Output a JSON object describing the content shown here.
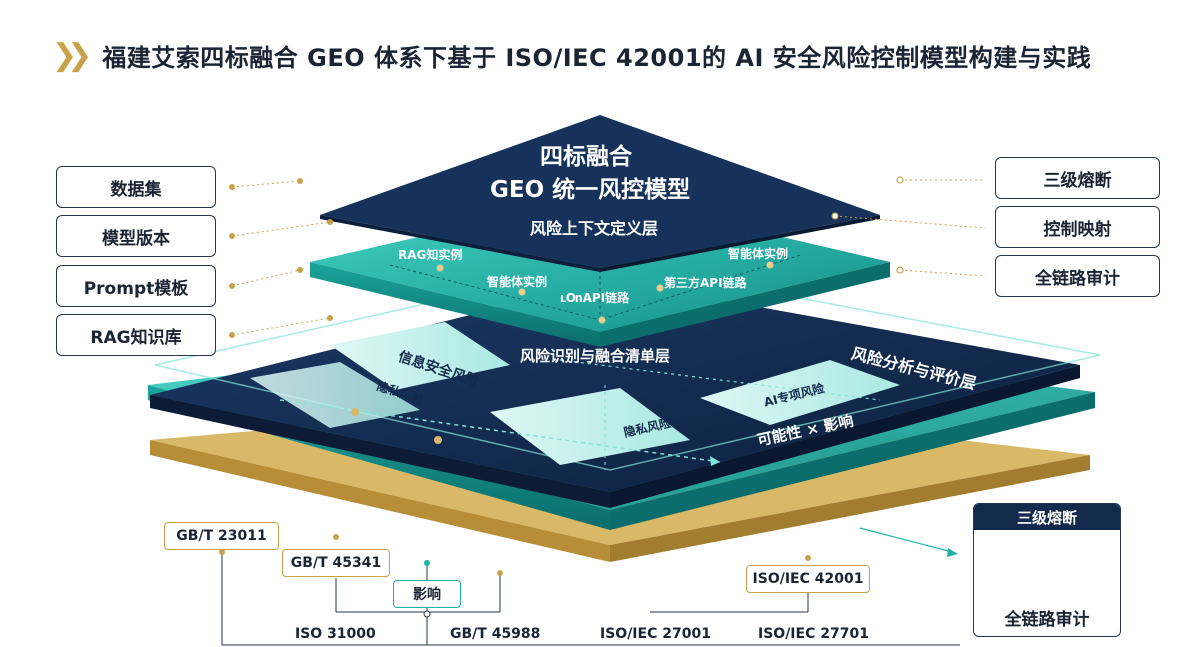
{
  "title": "福建艾索四标融合 GEO 体系下基于 ISO/IEC 42001的 AI 安全风险控制模型构建与实践",
  "top": {
    "line1": "四标融合",
    "line2": "GEO 统一风控模型",
    "layer": "风险上下文定义层"
  },
  "teal_layer": {
    "items": [
      "RAG知实例",
      "智能体实例",
      "ւՕոAPI链路",
      "第三方API链路",
      "智能体实例"
    ]
  },
  "navy_layer": {
    "title": "风险识别与融合清单层",
    "side_label": "风险分析与评价层",
    "cards": [
      "信息安全风险",
      "隐私风险",
      "AI专项风险",
      "隐私风险"
    ],
    "formula": "可能性 × 影响"
  },
  "left_boxes": [
    "数据集",
    "模型版本",
    "Prompt模板",
    "RAG知识库"
  ],
  "right_boxes": [
    "三级熔断",
    "控制映射",
    "全链路审计"
  ],
  "standards": {
    "boxed": [
      "GB/T 23011",
      "GB/T 45341",
      "影响",
      "ISO/IEC 42001"
    ],
    "bottom": [
      "ISO 31000",
      "GB/T 45988",
      "ISO/IEC 27001",
      "ISO/IEC 27701"
    ]
  },
  "panel": {
    "title": "三级熔断",
    "footer": "全链路审计"
  },
  "colors": {
    "navy": "#132a4c",
    "teal": "#2fbfb3",
    "gold": "#c8a24a",
    "accent_teal": "#1fb3a8"
  }
}
